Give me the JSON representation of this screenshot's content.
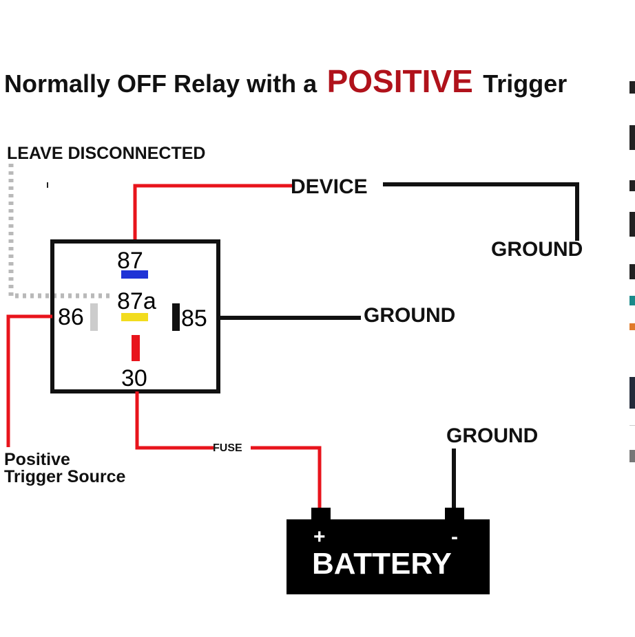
{
  "title": {
    "prefix": "Normally OFF Relay with a",
    "highlight": "POSITIVE",
    "suffix": "Trigger"
  },
  "labels": {
    "leave_disconnected": "LEAVE DISCONNECTED",
    "device": "DEVICE",
    "ground_device": "GROUND",
    "ground_85": "GROUND",
    "ground_battery": "GROUND",
    "fuse": "FUSE",
    "trigger_line1": "Positive",
    "trigger_line2": "Trigger Source",
    "battery": "BATTERY",
    "battery_plus": "+",
    "battery_minus": "-"
  },
  "relay": {
    "pins": {
      "p87": "87",
      "p87a": "87a",
      "p86": "86",
      "p85": "85",
      "p30": "30"
    }
  },
  "colors": {
    "positive_wire": "#e8141c",
    "ground_wire": "#111111",
    "disconnected_wire": "#b9b9b9",
    "title_accent": "#b0121b",
    "pin_87_marker": "#1f33d6",
    "pin_87a_marker": "#f2dc1e",
    "pin_30_marker": "#e8141c",
    "pin_86_marker": "#cccccc",
    "pin_85_marker": "#111111",
    "battery_fill": "#000000"
  }
}
